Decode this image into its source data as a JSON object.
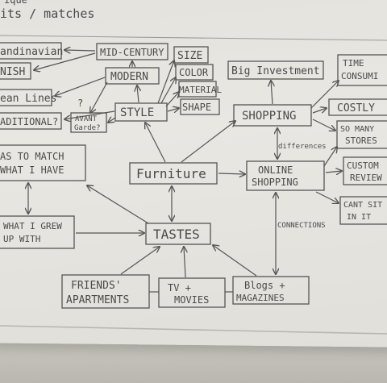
{
  "top_note": "its / matches",
  "top_fragment": "ique",
  "nodes": {
    "scandinavian": "andinavian",
    "finish": "NISH",
    "clean_lines": "ean Lines",
    "traditional": "ADITIONAL?",
    "mid_century": "MID-CENTURY",
    "modern": "MODERN",
    "style": "STYLE",
    "size": "SIZE",
    "color": "COLOR",
    "material": "MATERIAL",
    "shape": "SHAPE",
    "avant_garde_1": "AVANT",
    "avant_garde_2": "Garde?",
    "question": "?",
    "has_to_match_1": "AS TO MATCH",
    "has_to_match_2": "WHAT I HAVE",
    "furniture": "Furniture",
    "what_i_grew_1": "WHAT I GREW",
    "what_i_grew_2": "UP WITH",
    "tastes": "TASTES",
    "friends_1": "FRIENDS'",
    "friends_2": "APARTMENTS",
    "tv_1": "TV +",
    "tv_2": "MOVIES",
    "blogs_1": "Blogs +",
    "blogs_2": "MAGAZINES",
    "big_investment": "Big Investment",
    "time_1": "TIME",
    "time_2": "CONSUMI",
    "shopping": "SHOPPING",
    "costly": "COSTLY",
    "so_many_1": "SO MANY",
    "so_many_2": "STORES",
    "online_1": "ONLINE",
    "online_2": "SHOPPING",
    "customer_1": "CUSTOM",
    "customer_2": "REVIEW",
    "cant_sit_1": "CANT SIT",
    "cant_sit_2": "IN IT"
  },
  "edge_labels": {
    "differences": "differences",
    "connections": "CONNECTIONS"
  }
}
